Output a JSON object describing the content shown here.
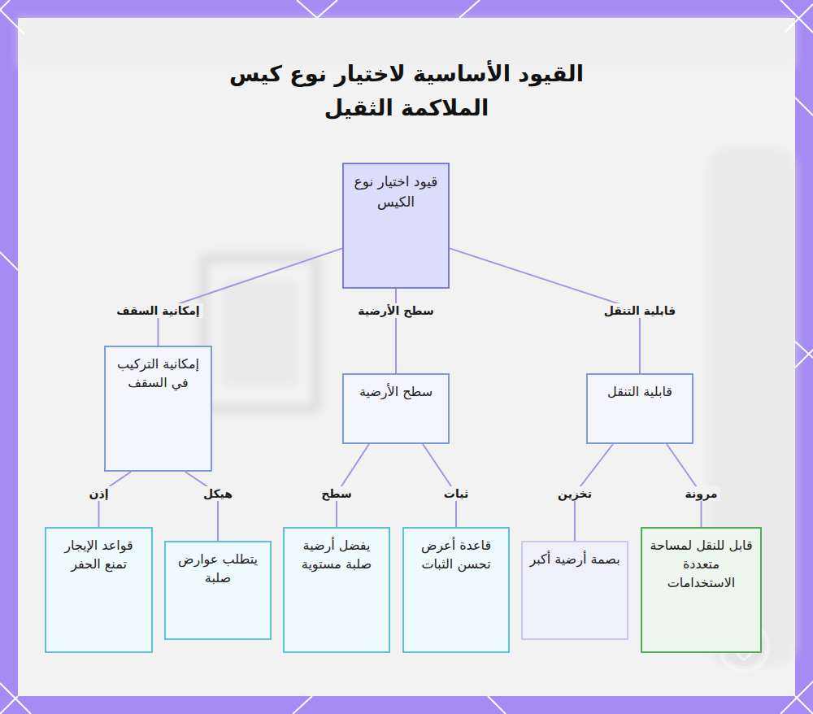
{
  "diagram": {
    "title": "القيود الأساسية لاختيار نوع كيس الملاكمة الثقيل",
    "nodes": [
      {
        "text": [
          "قيود اختيار نوع الكيس"
        ]
      },
      {
        "text": [
          "قابلية التنقل"
        ]
      },
      {
        "text": [
          "سطح الأرضية"
        ]
      },
      {
        "text": [
          "إمكانية التركيب في السقف"
        ]
      },
      {
        "text": [
          "قابل للنقل لمساحة متعددة الاستخدامات"
        ]
      },
      {
        "text": [
          "بصمة أرضية أكبر"
        ]
      },
      {
        "text": [
          "قاعدة أعرض تحسن الثبات"
        ]
      },
      {
        "text": [
          "يفضل أرضية صلبة مستوية"
        ]
      },
      {
        "text": [
          "يتطلب عوارض صلبة"
        ]
      },
      {
        "text": [
          "قواعد الإيجار تمنع الحفر"
        ]
      }
    ],
    "edges": [
      {
        "from": 0,
        "to": 1,
        "label": "قابلية التنقل",
        "arrow": "none"
      },
      {
        "from": 0,
        "to": 2,
        "label": "سطح الأرضية",
        "arrow": "none"
      },
      {
        "from": 0,
        "to": 3,
        "label": "إمكانية السقف",
        "arrow": "none"
      },
      {
        "from": 1,
        "to": 4,
        "label": "مرونة",
        "arrow": "none"
      },
      {
        "from": 1,
        "to": 5,
        "label": "تخزين",
        "arrow": "none"
      },
      {
        "from": 2,
        "to": 6,
        "label": "ثبات",
        "arrow": "none"
      },
      {
        "from": 2,
        "to": 7,
        "label": "سطح",
        "arrow": "none"
      },
      {
        "from": 3,
        "to": 8,
        "label": "هيكل",
        "arrow": "none"
      },
      {
        "from": 3,
        "to": 9,
        "label": "إذن",
        "arrow": "none"
      }
    ]
  }
}
